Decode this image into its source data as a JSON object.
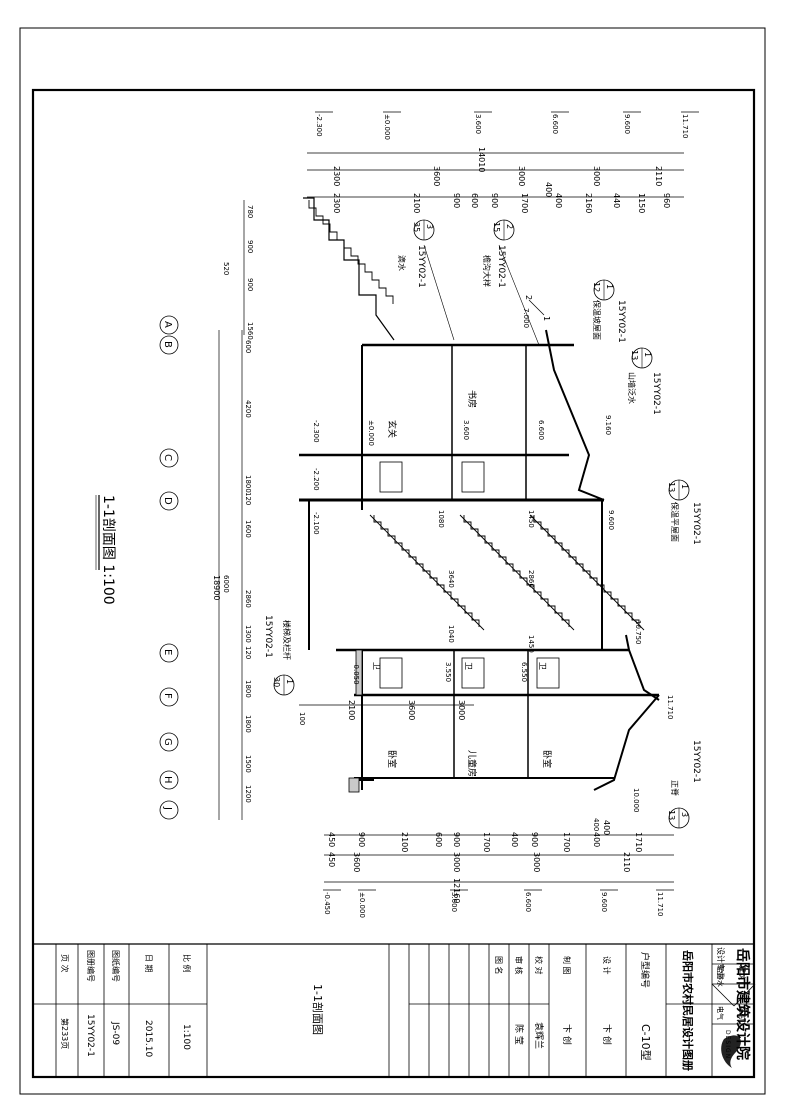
{
  "title_block": {
    "institute": "岳阳市建筑设计院",
    "logo_text": "DESIGN",
    "atlas_title": "岳阳市农村民居设计图册",
    "disciplines": {
      "label": "设计专业",
      "items": [
        "建筑",
        "结构",
        "给排水",
        "电气"
      ]
    },
    "house_type_label": "户型编号",
    "house_type_value": "C-10型",
    "roles": [
      {
        "role": "设 计",
        "name": "卞 创"
      },
      {
        "role": "制 图",
        "name": "卞 创"
      },
      {
        "role": "校 对",
        "name": "袁辉兰"
      },
      {
        "role": "审 核",
        "name": "陈 莹"
      }
    ],
    "drawing_name_label": "图 名",
    "drawing_name": "1-1剖面图",
    "meta": [
      {
        "label": "比 例",
        "value": "1:100"
      },
      {
        "label": "日 期",
        "value": "2015.10"
      },
      {
        "label": "图纸编号",
        "value": "JS-09"
      },
      {
        "label": "图册编号",
        "value": "15YY02-1"
      },
      {
        "label": "页 次",
        "value": "第233页"
      }
    ]
  },
  "drawing": {
    "section_title": "1-1剖面图 1:100",
    "top_elevations": [
      "-2.300",
      "±0.000",
      "3.600",
      "6.600",
      "9.600",
      "11.710"
    ],
    "bottom_elevations": [
      "-0.450",
      "±0.000",
      "3.600",
      "6.600",
      "9.600",
      "11.710"
    ],
    "top_dims_total": "14010",
    "top_dims_row1": [
      "2300",
      "3600",
      "3000",
      "3000",
      "2110"
    ],
    "top_dims_row2": [
      "2300",
      "2100",
      "900",
      "600",
      "900",
      "1700",
      "400",
      "400",
      "2160",
      "440",
      "1150",
      "960"
    ],
    "bottom_dims_row1": [
      "450",
      "900",
      "2100",
      "600",
      "900",
      "1700",
      "400",
      "900",
      "1700",
      "400",
      "400",
      "1710"
    ],
    "bottom_dims_row2": [
      "450",
      "3600",
      "3000",
      "3000",
      "2110"
    ],
    "bottom_dims_total": "12160",
    "left_dims_upper": [
      "780",
      "900",
      "520",
      "900",
      "1560"
    ],
    "left_dims_total": "18900",
    "left_dims_grid": [
      "600",
      "4200",
      "1800",
      "120",
      "1600",
      "6000",
      "2860",
      "1300",
      "120",
      "1800",
      "1800",
      "1500",
      "1200"
    ],
    "axes": [
      "A",
      "B",
      "C",
      "D",
      "E",
      "F",
      "G",
      "H",
      "J"
    ],
    "rooms": [
      "玄关",
      "书房",
      "卧室",
      "儿童房",
      "卧室",
      "卫",
      "卫",
      "卫"
    ],
    "interior_elevations": [
      "-2.300",
      "-2.200",
      "-2.100",
      "±0.000",
      "3.600",
      "6.600",
      "9.160",
      "9.600",
      "10.750",
      "11.710",
      "10.000",
      "7.000",
      "-0.050",
      "3.550",
      "6.550"
    ],
    "stair_dims": [
      "1080",
      "1450",
      "2860",
      "3640",
      "1040",
      "1450"
    ],
    "annotations": [
      {
        "ref_num": "3",
        "ref_page": "35",
        "atlas": "15YY02-1",
        "text": "滴水"
      },
      {
        "ref_num": "2",
        "ref_page": "15",
        "atlas": "15YY02-1",
        "text": "檐沟大样"
      },
      {
        "ref_num": "1",
        "ref_page": "12",
        "atlas": "15YY02-1",
        "text": "保温坡屋面"
      },
      {
        "ref_num": "1",
        "ref_page": "13",
        "atlas": "15YY02-1",
        "text": "山墙泛水"
      },
      {
        "ref_num": "1",
        "ref_page": "13",
        "atlas": "15YY02-1",
        "text": "保温平屋面"
      },
      {
        "ref_num": "3",
        "ref_page": "13",
        "atlas": "15YY02-1",
        "text": "正脊"
      },
      {
        "ref_num": "1",
        "ref_page": "30",
        "atlas": "15YY02-1",
        "text": "楼梯及栏杆"
      }
    ],
    "slope": {
      "num": "1",
      "den": "2"
    },
    "extra_dims": [
      "100",
      "2100",
      "3600",
      "3000",
      "400"
    ]
  }
}
